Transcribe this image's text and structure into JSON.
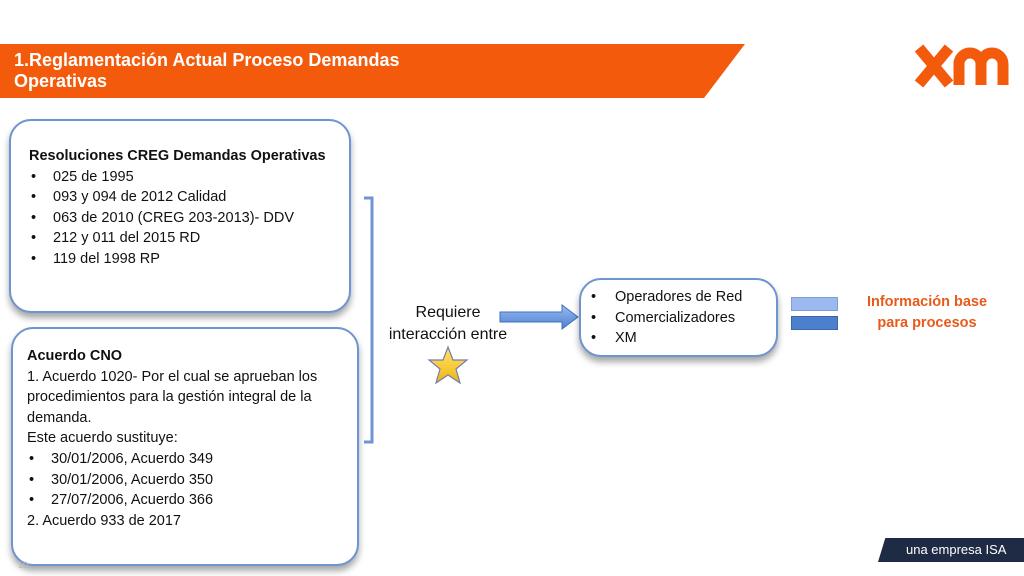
{
  "slide": {
    "title": "1.Reglamentación Actual Proceso Demandas Operativas",
    "logo_text": "xm",
    "page_number": "10",
    "footer": "una empresa ISA"
  },
  "resoluciones": {
    "title": "Resoluciones CREG Demandas Operativas",
    "items": [
      "025 de 1995",
      "093 y 094 de 2012 Calidad",
      "063 de 2010 (CREG 203-2013)- DDV",
      "212 y 011 del 2015 RD",
      "119 del 1998 RP"
    ]
  },
  "acuerdo": {
    "title": "Acuerdo CNO",
    "line1": "1. Acuerdo 1020- Por el cual se aprueban los procedimientos para la gestión integral de la demanda.",
    "line2": "Este acuerdo sustituye:",
    "items": [
      "30/01/2006, Acuerdo 349",
      " 30/01/2006, Acuerdo 350",
      "27/07/2006, Acuerdo 366"
    ],
    "line3": "2. Acuerdo 933 de 2017"
  },
  "flow": {
    "requiere": "Requiere interacción entre",
    "actors": [
      "Operadores de Red",
      "Comercializadores",
      "XM"
    ],
    "info_label": "Información base para procesos"
  },
  "colors": {
    "accent": "#f45a0b",
    "box_border": "#6f94d0",
    "info_label": "#e85a1a",
    "footer_band": "#1f2a44"
  }
}
